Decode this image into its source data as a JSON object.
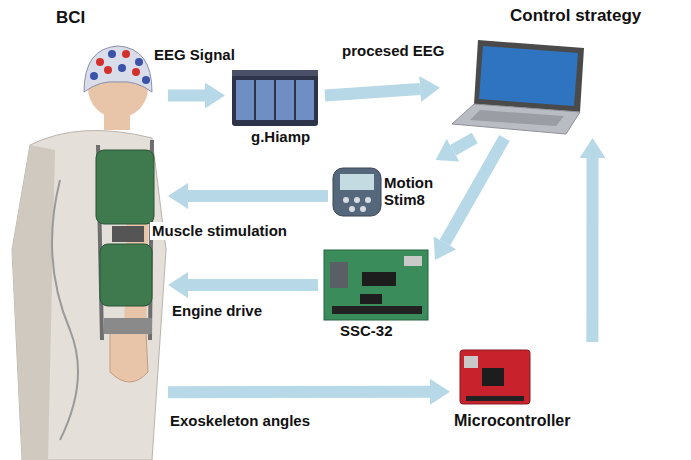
{
  "diagram": {
    "nodes": [
      {
        "text": [
          "BCI"
        ]
      },
      {
        "text": [
          "g.Hiamp"
        ]
      },
      {
        "text": [
          "Control strategy"
        ]
      },
      {
        "text": [
          "Motion Stim8"
        ]
      },
      {
        "text": [
          "SSC-32"
        ]
      },
      {
        "text": [
          "Microcontroller"
        ]
      }
    ],
    "edges": [
      {
        "from": 0,
        "to": 1,
        "arrow": "to",
        "label": "EEG Signal"
      },
      {
        "from": 1,
        "to": 2,
        "arrow": "to",
        "label": "procesed EEG"
      },
      {
        "from": 2,
        "to": 3,
        "arrow": "to"
      },
      {
        "from": 2,
        "to": 4,
        "arrow": "to"
      },
      {
        "from": 3,
        "to": 0,
        "arrow": "to",
        "label": "Muscle stimulation"
      },
      {
        "from": 4,
        "to": 0,
        "arrow": "to",
        "label": "Engine drive"
      },
      {
        "from": 0,
        "to": 5,
        "arrow": "to",
        "label": "Exoskeleton angles"
      },
      {
        "from": 5,
        "to": 2,
        "arrow": "to"
      }
    ]
  }
}
